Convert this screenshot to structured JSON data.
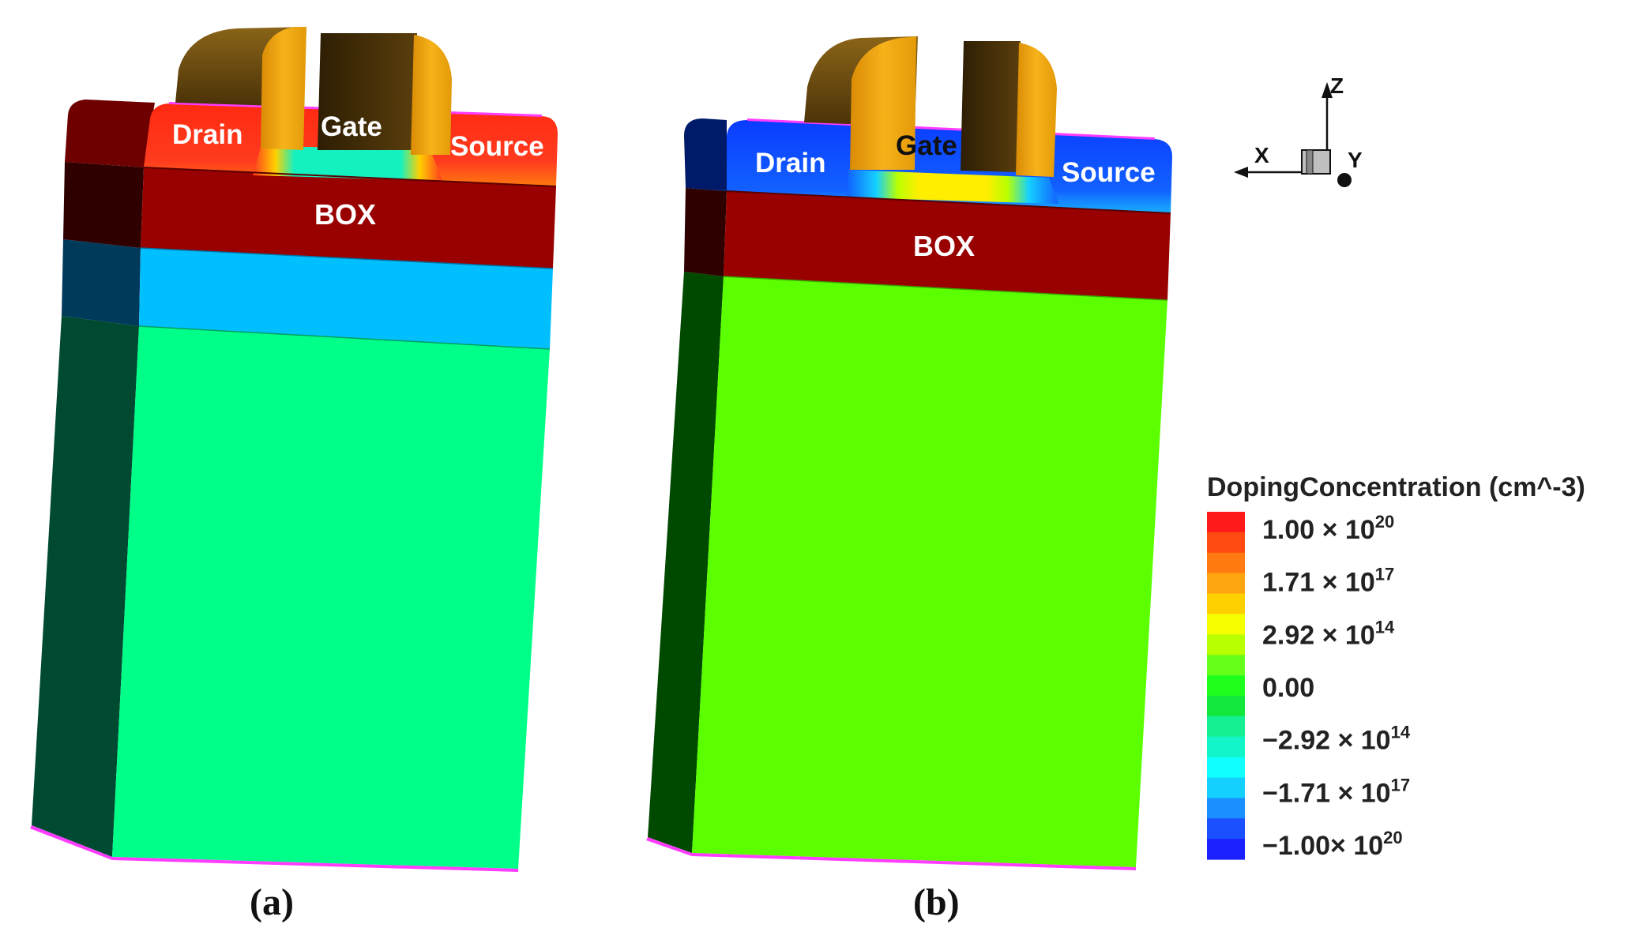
{
  "panels": [
    {
      "caption": "(a)",
      "labels": {
        "drain": "Drain",
        "gate": "Gate",
        "source": "Source",
        "box": "BOX"
      },
      "colors": {
        "sd": "#ff3b1e",
        "channel": "#14f0c0",
        "box": "#990000",
        "ground_plane": "#00bfff",
        "substrate": "#00ff88"
      }
    },
    {
      "caption": "(b)",
      "labels": {
        "drain": "Drain",
        "gate": "Gate",
        "source": "Source",
        "box": "BOX"
      },
      "colors": {
        "sd": "#0b4dff",
        "channel": "#ffee00",
        "box": "#990000",
        "substrate": "#5cff00"
      }
    }
  ],
  "axes": {
    "x": "X",
    "y": "Y",
    "z": "Z"
  },
  "colorbar": {
    "title": "DopingConcentration (cm^-3)",
    "ticks": [
      {
        "mant": "1.00 × 10",
        "exp": "20"
      },
      {
        "mant": "1.71 × 10",
        "exp": "17"
      },
      {
        "mant": "2.92 × 10",
        "exp": "14"
      },
      {
        "mant": "0.00",
        "exp": ""
      },
      {
        "mant": "−2.92 × 10",
        "exp": "14"
      },
      {
        "mant": "−1.71 × 10",
        "exp": "17"
      },
      {
        "mant": "−1.00× 10",
        "exp": "20"
      }
    ],
    "colors": [
      "#ff1a1a",
      "#ff4a12",
      "#ff7a10",
      "#ffa510",
      "#ffd000",
      "#f5ff00",
      "#b8ff00",
      "#66ff1a",
      "#1eff1e",
      "#12e83c",
      "#16f095",
      "#12f5c8",
      "#10ffff",
      "#14d0ff",
      "#1a90ff",
      "#1a50ff",
      "#1a20ff"
    ]
  },
  "gate_colors": {
    "front": "#f2a30c",
    "dark": "#4a3208"
  }
}
